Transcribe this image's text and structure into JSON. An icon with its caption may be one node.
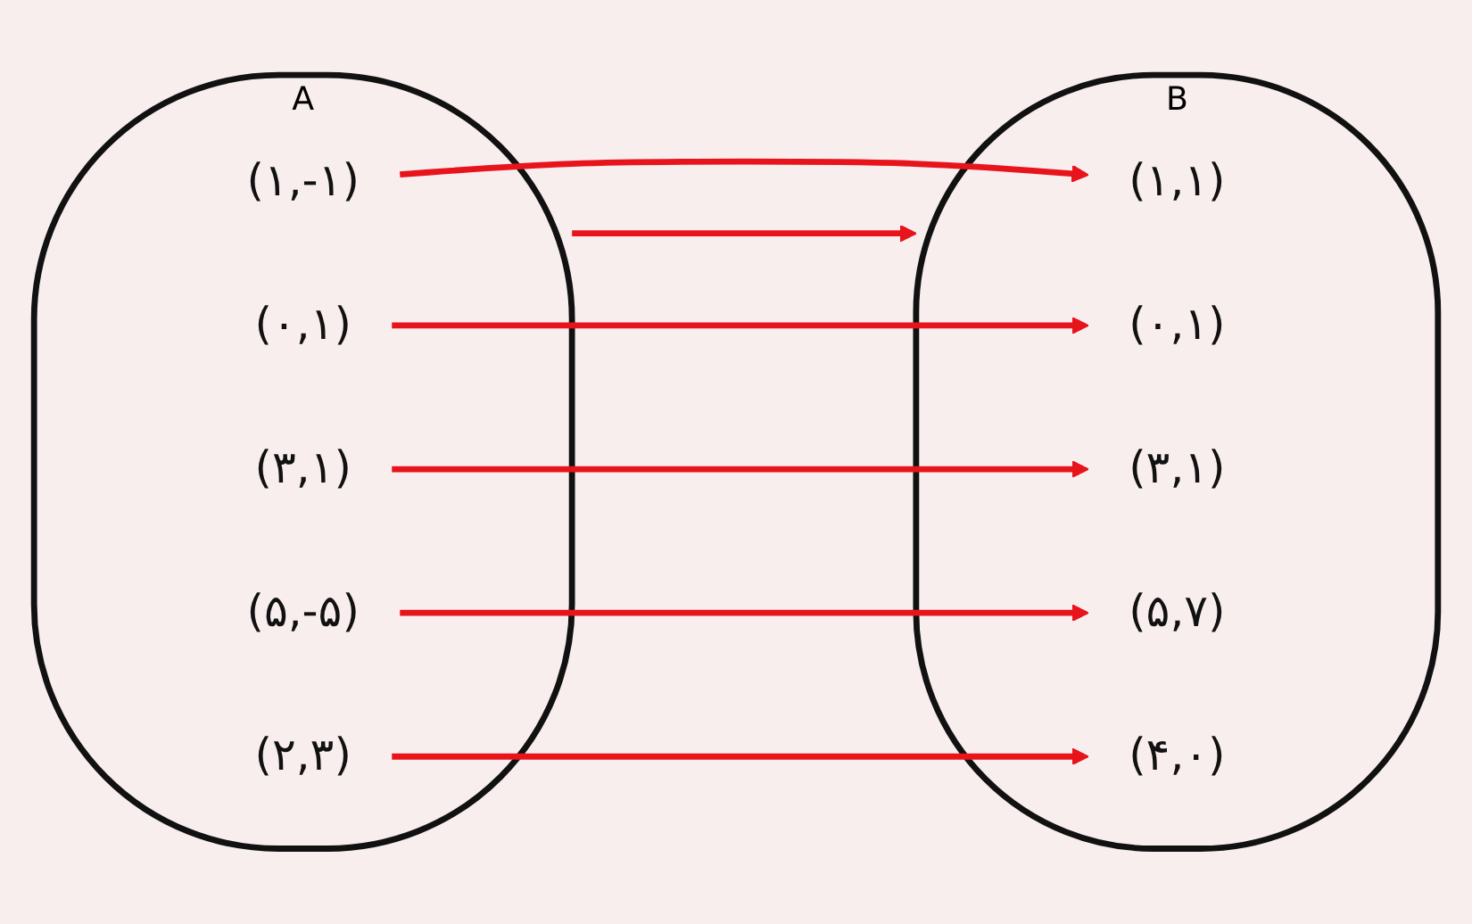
{
  "diagram": {
    "nodes": [
      {
        "text": [
          "A"
        ]
      },
      {
        "text": [
          "(۱,-۱)"
        ],
        "in": 0
      },
      {
        "text": [
          "(۰,۱)"
        ],
        "in": 0
      },
      {
        "text": [
          "(۳,۱)"
        ],
        "in": 0
      },
      {
        "text": [
          "(۵,-۵)"
        ],
        "in": 0
      },
      {
        "text": [
          "(۲,۳)"
        ],
        "in": 0
      },
      {
        "text": [
          "B"
        ]
      },
      {
        "text": [
          "(۱,۱)"
        ],
        "in": 6
      },
      {
        "text": [
          "(۰,۱)"
        ],
        "in": 6
      },
      {
        "text": [
          "(۳,۱)"
        ],
        "in": 6
      },
      {
        "text": [
          "(۵,۷)"
        ],
        "in": 6
      },
      {
        "text": [
          "(۴,۰)"
        ],
        "in": 6
      }
    ],
    "edges": [
      {
        "from": 0,
        "to": 6,
        "arrow": "to"
      },
      {
        "from": 1,
        "to": 7,
        "arrow": "to"
      },
      {
        "from": 2,
        "to": 8,
        "arrow": "to"
      },
      {
        "from": 3,
        "to": 9,
        "arrow": "to"
      },
      {
        "from": 4,
        "to": 10,
        "arrow": "to"
      },
      {
        "from": 5,
        "to": 11,
        "arrow": "to"
      }
    ]
  }
}
